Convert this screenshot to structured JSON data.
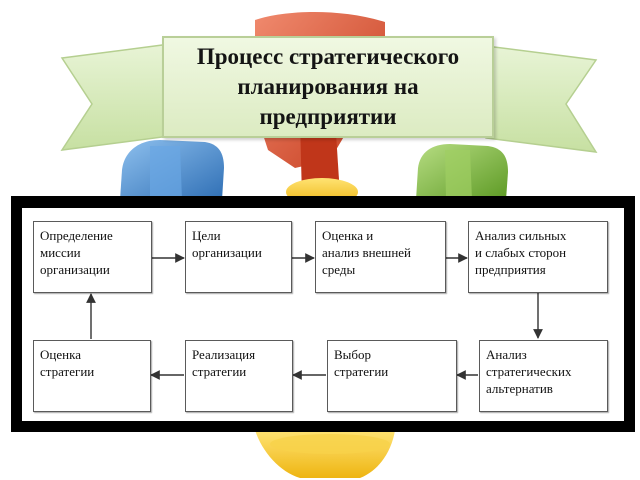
{
  "title": {
    "text": "Процесс стратегического планирования на предприятии"
  },
  "steps": [
    {
      "id": 1,
      "label": "Определение\nмиссии\nорганизации"
    },
    {
      "id": 2,
      "label": "Цели\nорганизации"
    },
    {
      "id": 3,
      "label": "Оценка и\nанализ внешней\nсреды"
    },
    {
      "id": 4,
      "label": "Анализ сильных\nи слабых сторон\nпредприятия"
    },
    {
      "id": 5,
      "label": "Анализ\nстратегических\nальтернатив"
    },
    {
      "id": 6,
      "label": "Выбор\nстратегии"
    },
    {
      "id": 7,
      "label": "Реализация\nстратегии"
    },
    {
      "id": 8,
      "label": "Оценка\nстратегии"
    }
  ],
  "flow": [
    "1→2",
    "2→3",
    "3→4",
    "4→5",
    "5→6",
    "6→7",
    "7→8",
    "8→1"
  ],
  "colors": {
    "ribbon": "#cfe5b0",
    "frame": "#000000",
    "connector": "#333333",
    "shape_blue": "#4a86c8",
    "shape_red": "#d9492c",
    "shape_green": "#7bb33c",
    "shape_yellow": "#f3c21e"
  }
}
